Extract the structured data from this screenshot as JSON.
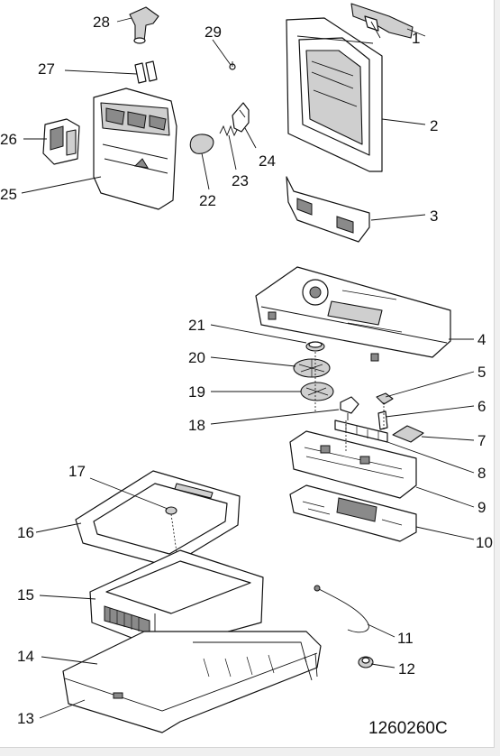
{
  "diagram": {
    "drawing_code": "1260260C",
    "callouts": [
      "1",
      "2",
      "3",
      "4",
      "5",
      "6",
      "7",
      "8",
      "9",
      "10",
      "11",
      "12",
      "13",
      "14",
      "15",
      "16",
      "17",
      "18",
      "19",
      "20",
      "21",
      "22",
      "23",
      "24",
      "25",
      "26",
      "27",
      "28",
      "29"
    ]
  }
}
